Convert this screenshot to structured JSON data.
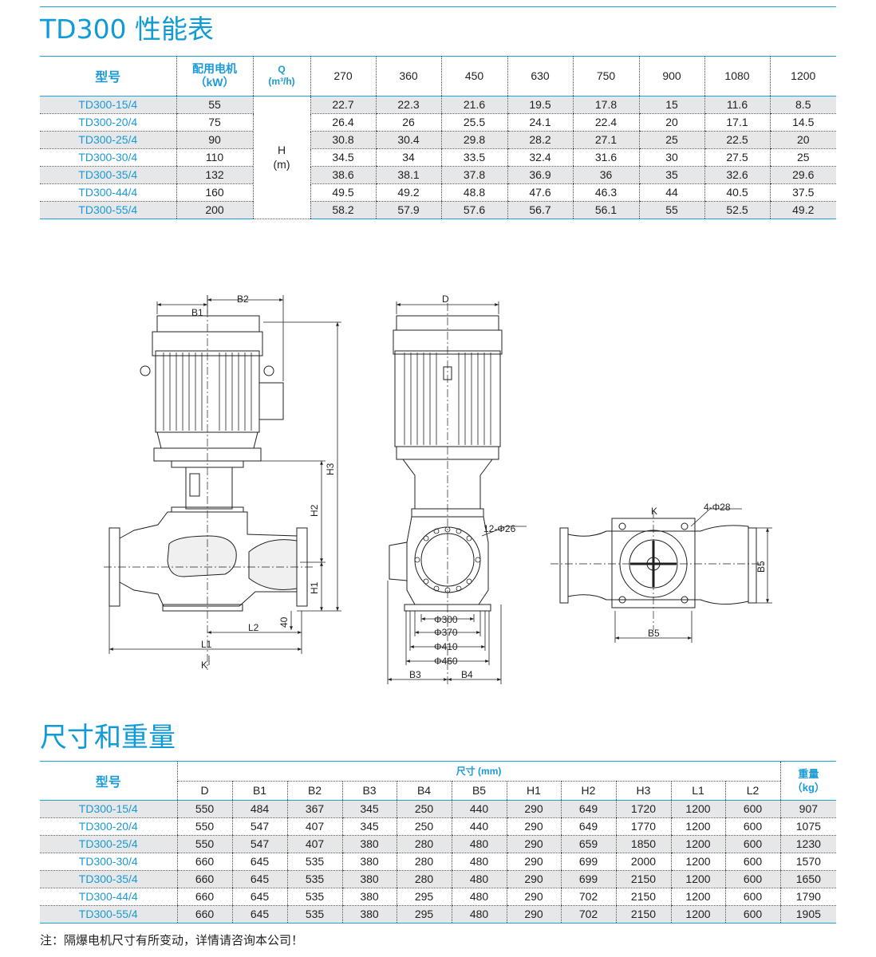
{
  "perf_section": {
    "title": "TD300 性能表",
    "header": {
      "model": "型号",
      "motor_line1": "配用电机",
      "motor_line2": "（kW）",
      "q_line1": "Q",
      "q_line2": "(m³/h)",
      "flows": [
        "270",
        "360",
        "450",
        "630",
        "750",
        "900",
        "1080",
        "1200"
      ]
    },
    "h_label_line1": "H",
    "h_label_line2": "(m)",
    "rows": [
      {
        "model": "TD300-15/4",
        "power": "55",
        "values": [
          "22.7",
          "22.3",
          "21.6",
          "19.5",
          "17.8",
          "15",
          "11.6",
          "8.5"
        ]
      },
      {
        "model": "TD300-20/4",
        "power": "75",
        "values": [
          "26.4",
          "26",
          "25.5",
          "24.1",
          "22.4",
          "20",
          "17.1",
          "14.5"
        ]
      },
      {
        "model": "TD300-25/4",
        "power": "90",
        "values": [
          "30.8",
          "30.4",
          "29.8",
          "28.2",
          "27.1",
          "25",
          "22.5",
          "20"
        ]
      },
      {
        "model": "TD300-30/4",
        "power": "110",
        "values": [
          "34.5",
          "34",
          "33.5",
          "32.4",
          "31.6",
          "30",
          "27.5",
          "25"
        ]
      },
      {
        "model": "TD300-35/4",
        "power": "132",
        "values": [
          "38.6",
          "38.1",
          "37.8",
          "36.9",
          "36",
          "35",
          "32.6",
          "29.6"
        ]
      },
      {
        "model": "TD300-44/4",
        "power": "160",
        "values": [
          "49.5",
          "49.2",
          "48.8",
          "47.6",
          "46.3",
          "44",
          "40.5",
          "37.5"
        ]
      },
      {
        "model": "TD300-55/4",
        "power": "200",
        "values": [
          "58.2",
          "57.9",
          "57.6",
          "56.7",
          "56.1",
          "55",
          "52.5",
          "49.2"
        ]
      }
    ]
  },
  "drawing": {
    "labels": {
      "b1": "B1",
      "b2": "B2",
      "b3": "B3",
      "b4": "B4",
      "b5_side": "B5",
      "b5_bottom": "B5",
      "d": "D",
      "h1": "H1",
      "h2": "H2",
      "h3": "H3",
      "l1": "L1",
      "l2": "L2",
      "dim40": "40",
      "k_front": "K",
      "k_top": "K",
      "bolts_flange": "12-Φ26",
      "bolts_base": "4-Φ28",
      "dia300": "Φ300",
      "dia370": "Φ370",
      "dia410": "Φ410",
      "dia460": "Φ460"
    }
  },
  "dim_section": {
    "title": "尺寸和重量",
    "header": {
      "model": "型号",
      "size_group": "尺寸 (mm)",
      "weight_line1": "重量",
      "weight_line2": "（kg）",
      "columns": [
        "D",
        "B1",
        "B2",
        "B3",
        "B4",
        "B5",
        "H1",
        "H2",
        "H3",
        "L1",
        "L2"
      ]
    },
    "rows": [
      {
        "model": "TD300-15/4",
        "values": [
          "550",
          "484",
          "367",
          "345",
          "250",
          "440",
          "290",
          "649",
          "1720",
          "1200",
          "600"
        ],
        "weight": "907"
      },
      {
        "model": "TD300-20/4",
        "values": [
          "550",
          "547",
          "407",
          "345",
          "250",
          "440",
          "290",
          "649",
          "1770",
          "1200",
          "600"
        ],
        "weight": "1075"
      },
      {
        "model": "TD300-25/4",
        "values": [
          "550",
          "547",
          "407",
          "380",
          "280",
          "480",
          "290",
          "659",
          "1850",
          "1200",
          "600"
        ],
        "weight": "1230"
      },
      {
        "model": "TD300-30/4",
        "values": [
          "660",
          "645",
          "535",
          "380",
          "280",
          "480",
          "290",
          "699",
          "2000",
          "1200",
          "600"
        ],
        "weight": "1570"
      },
      {
        "model": "TD300-35/4",
        "values": [
          "660",
          "645",
          "535",
          "380",
          "280",
          "480",
          "290",
          "699",
          "2150",
          "1200",
          "600"
        ],
        "weight": "1650"
      },
      {
        "model": "TD300-44/4",
        "values": [
          "660",
          "645",
          "535",
          "380",
          "295",
          "480",
          "290",
          "702",
          "2150",
          "1200",
          "600"
        ],
        "weight": "1790"
      },
      {
        "model": "TD300-55/4",
        "values": [
          "660",
          "645",
          "535",
          "380",
          "295",
          "480",
          "290",
          "702",
          "2150",
          "1200",
          "600"
        ],
        "weight": "1905"
      }
    ]
  },
  "note": "注：隔爆电机尺寸有所变动，详情请咨询本公司！",
  "colors": {
    "accent": "#0e9bd6",
    "rule": "#1fa3d9",
    "row_shade": "#e6e7e8"
  }
}
